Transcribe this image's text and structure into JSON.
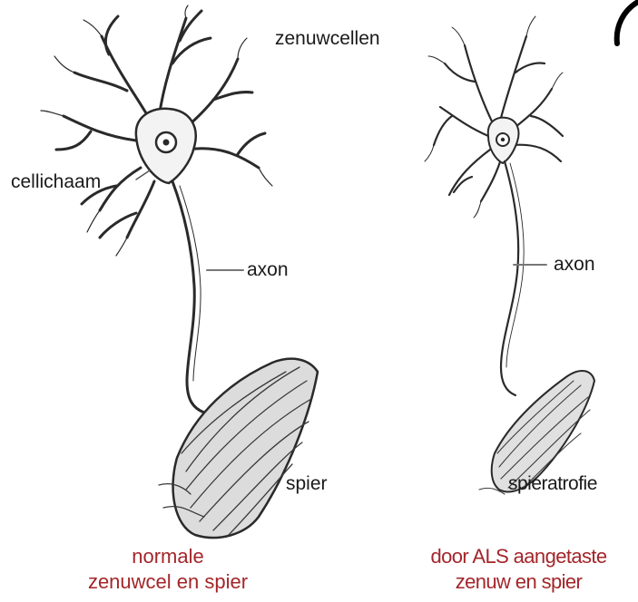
{
  "labels": {
    "top": "zenuwcellen",
    "cell_body": "cellichaam",
    "axon_left": "axon",
    "axon_right": "axon",
    "muscle_left": "spier",
    "muscle_right": "spieratrofie"
  },
  "captions": {
    "left": [
      "normale",
      "zenuwcel en spier"
    ],
    "right": [
      "door ALS aangetaste",
      "zenuw en spier"
    ]
  },
  "colors": {
    "caption": "#a3262a",
    "label": "#1a1a1a",
    "drawing": "#2a2a2a"
  }
}
